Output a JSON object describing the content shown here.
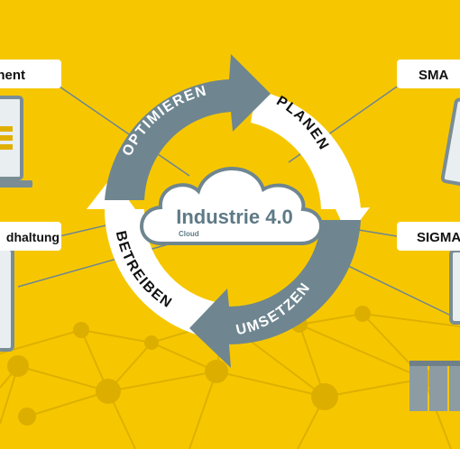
{
  "colors": {
    "background": "#f6c700",
    "network": "#dcae00",
    "arrow_gray": "#6f8690",
    "ring_white": "#ffffff",
    "cloud_blue": "#6f8690",
    "device_gray": "#7a8d95",
    "line_blue": "#6f8690"
  },
  "cycle": {
    "optimieren": "OPTIMIEREN",
    "planen": "PLANEN",
    "umsetzen": "UMSETZEN",
    "betreiben": "BETREIBEN"
  },
  "cloud": {
    "title": "Industrie 4.0",
    "subtitle": "Cloud"
  },
  "labels": {
    "top_left": "nent",
    "mid_left": "dhaltung",
    "top_right": "SMA",
    "mid_right": "SIGMA"
  },
  "icons": {
    "laptop": "laptop-icon",
    "tablet_left": "tablet-icon",
    "tablet_right": "tablet-icon",
    "server": "server-icon",
    "cloud": "cloud-icon"
  }
}
